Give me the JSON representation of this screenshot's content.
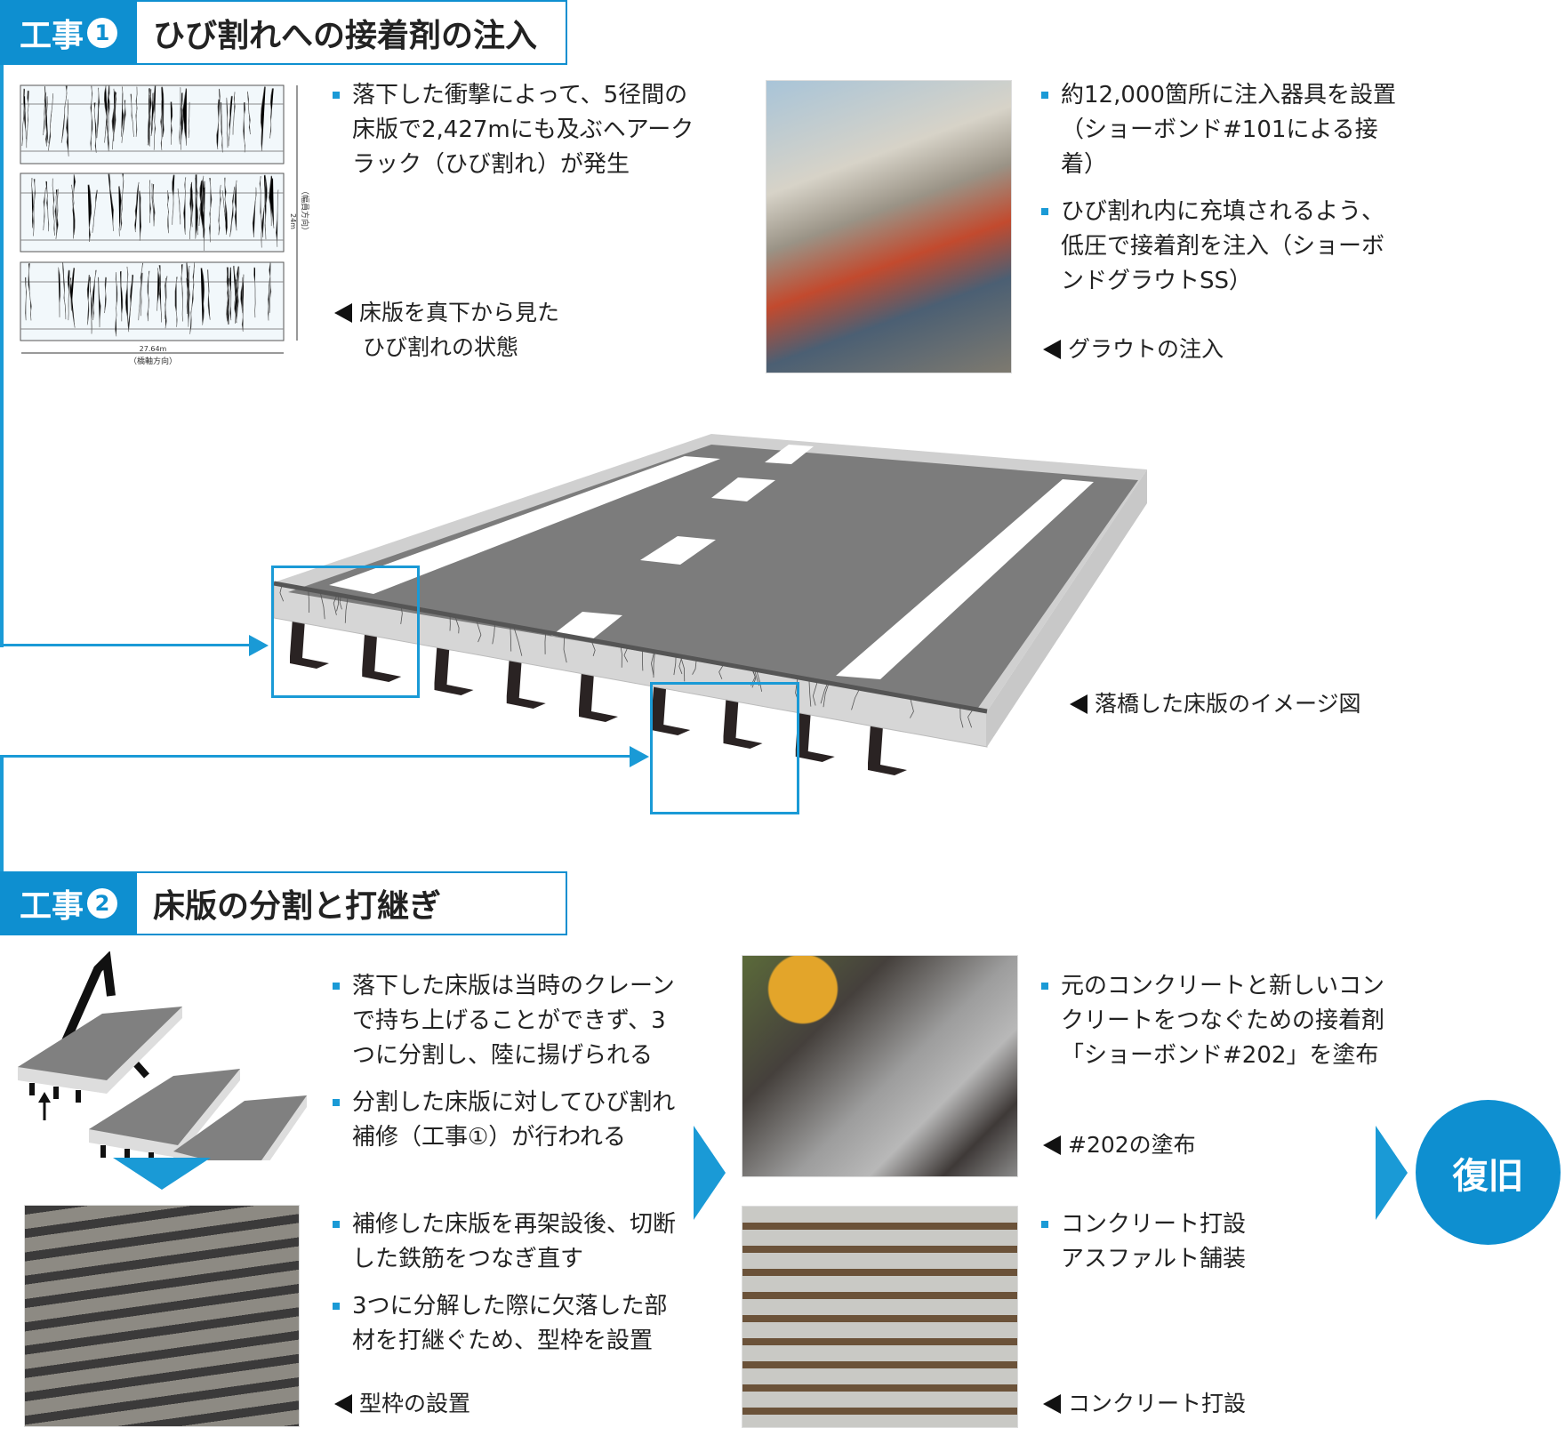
{
  "section1": {
    "tab_label": "工事",
    "tab_number": "1",
    "title": "ひび割れへの接着剤の注入",
    "crack_diagram": {
      "width_label": "27.64m",
      "width_dir": "（橋軸方向）",
      "height_label": "24m",
      "height_dir": "（幅員方向）"
    },
    "bullets_left": [
      "落下した衝撃によって、5径間の床版で2,427mにも及ぶヘアークラック（ひび割れ）が発生"
    ],
    "caption_left": [
      "床版を真下から見た",
      "ひび割れの状態"
    ],
    "bullets_right": [
      "約12,000箇所に注入器具を設置（ショーボンド#101による接着）",
      "ひび割れ内に充填されるよう、低圧で接着剤を注入（ショーボンドグラウトSS）"
    ],
    "caption_right": "グラウトの注入",
    "bridge_caption": "落橋した床版のイメージ図"
  },
  "section2": {
    "tab_label": "工事",
    "tab_number": "2",
    "title": "床版の分割と打継ぎ",
    "bullets_a": [
      "落下した床版は当時のクレーンで持ち上げることができず、3つに分割し、陸に揚げられる",
      "分割した床版に対してひび割れ補修（工事①）が行われる"
    ],
    "bullets_b": [
      "補修した床版を再架設後、切断した鉄筋をつなぎ直す",
      "3つに分解した際に欠落した部材を打継ぐため、型枠を設置"
    ],
    "caption_b": "型枠の設置",
    "bullets_c": [
      "元のコンクリートと新しいコンクリートをつなぐための接着剤「ショーボンド#202」を塗布"
    ],
    "caption_c": "#202の塗布",
    "bullets_d": [
      "コンクリート打設",
      "アスファルト舗装"
    ],
    "caption_d": "コンクリート打設",
    "result_label": "復旧"
  },
  "colors": {
    "accent": "#0e8fd0",
    "slab_top": "#7a7a7a",
    "slab_side": "#cfcfcf"
  }
}
